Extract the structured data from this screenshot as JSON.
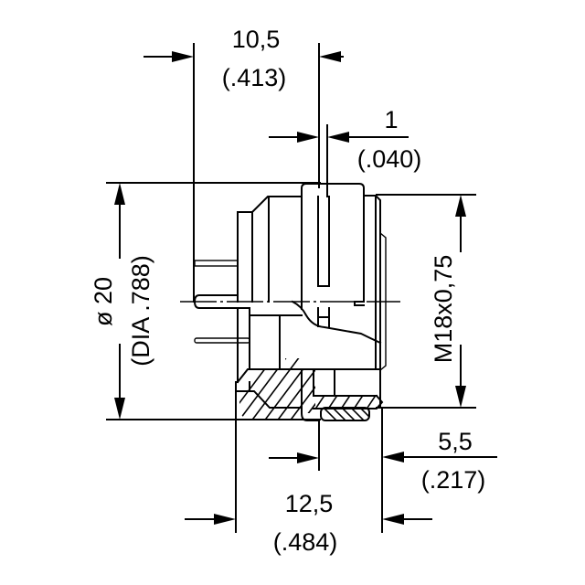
{
  "drawing": {
    "title": "Connector side view dimension drawing",
    "units": "mm (inch)",
    "line_color": "#000000",
    "background": "#ffffff",
    "dimensions": {
      "length_flange": {
        "mm": "10,5",
        "inch": "(.413)"
      },
      "gap": {
        "mm": "1",
        "inch": "(.040)"
      },
      "diameter": {
        "mm": "ø 20",
        "inch": "(DIA .788)"
      },
      "thread": {
        "label": "M18x0,75"
      },
      "nut_offset": {
        "mm": "5,5",
        "inch": "(.217)"
      },
      "overall": {
        "mm": "12,5",
        "inch": "(.484)"
      }
    }
  }
}
